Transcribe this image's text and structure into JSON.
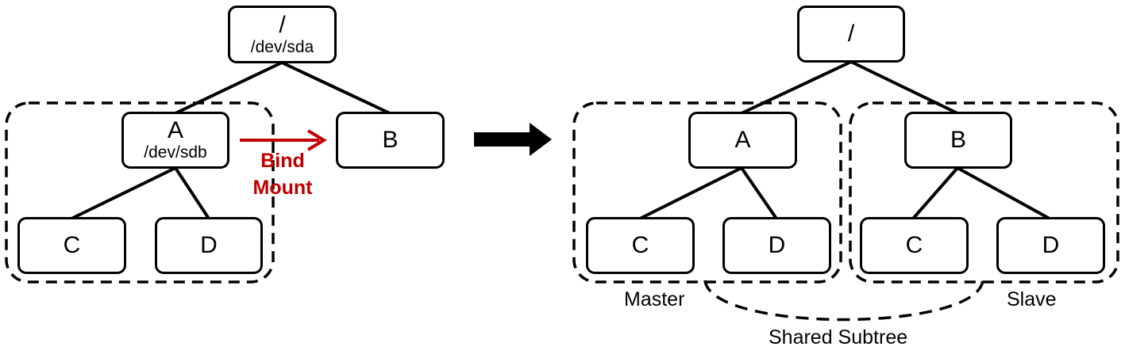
{
  "left_tree": {
    "root": {
      "label": "/",
      "device": "/dev/sda"
    },
    "a": {
      "label": "A",
      "device": "/dev/sdb"
    },
    "b": {
      "label": "B"
    },
    "c": {
      "label": "C"
    },
    "d": {
      "label": "D"
    }
  },
  "bind_mount": {
    "line1": "Bind",
    "line2": "Mount",
    "color": "#c00000"
  },
  "right_tree": {
    "root": {
      "label": "/"
    },
    "a": {
      "label": "A"
    },
    "b": {
      "label": "B"
    },
    "a_c": {
      "label": "C"
    },
    "a_d": {
      "label": "D"
    },
    "b_c": {
      "label": "C"
    },
    "b_d": {
      "label": "D"
    }
  },
  "labels": {
    "master": "Master",
    "slave": "Slave",
    "shared_subtree": "Shared Subtree"
  }
}
